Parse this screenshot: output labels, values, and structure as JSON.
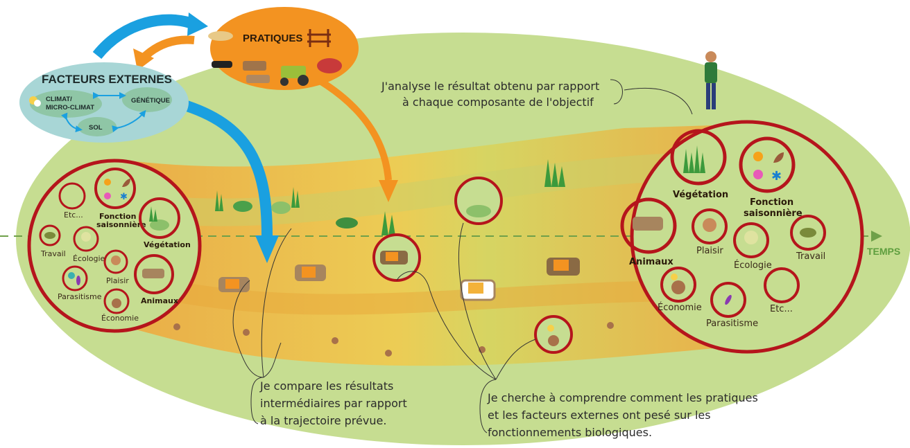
{
  "colors": {
    "field": "#c6dd91",
    "external": "#a8d6d6",
    "practices": "#f39321",
    "ring": "#b5151c",
    "band": "#f2b33c",
    "blue_arrow": "#1aa0e0",
    "time": "#5e9e3e"
  },
  "external_factors": {
    "title": "FACTEURS EXTERNES",
    "climate_line1": "CLIMAT/",
    "climate_line2": "MICRO-CLIMAT",
    "genetics": "GÉNÉTIQUE",
    "soil": "SOL"
  },
  "practices": {
    "title": "PRATIQUES"
  },
  "time_axis": {
    "label": "TEMPS"
  },
  "left_circle": {
    "etc": "Etc...",
    "seasonal_line1": "Fonction",
    "seasonal_line2": "saisonnière",
    "vegetation": "Végétation",
    "work": "Travail",
    "ecology": "Écologie",
    "pleasure": "Plaisir",
    "parasitism": "Parasitisme",
    "animals": "Animaux",
    "economy": "Économie"
  },
  "right_circle": {
    "vegetation": "Végétation",
    "seasonal_line1": "Fonction",
    "seasonal_line2": "saisonnière",
    "animals": "Animaux",
    "pleasure": "Plaisir",
    "ecology": "Écologie",
    "work": "Travail",
    "economy": "Économie",
    "parasitism": "Parasitisme",
    "etc": "Etc..."
  },
  "notes": {
    "analyse_line1": "J'analyse le résultat obtenu par rapport",
    "analyse_line2": "à chaque composante de l'objectif",
    "compare_line1": "Je compare les résultats",
    "compare_line2": "intermédiaires par rapport",
    "compare_line3": "à la trajectoire prévue.",
    "understand_line1": "Je cherche à comprendre comment les pratiques",
    "understand_line2": "et les facteurs externes ont pesé sur les",
    "understand_line3": "fonctionnements biologiques."
  }
}
